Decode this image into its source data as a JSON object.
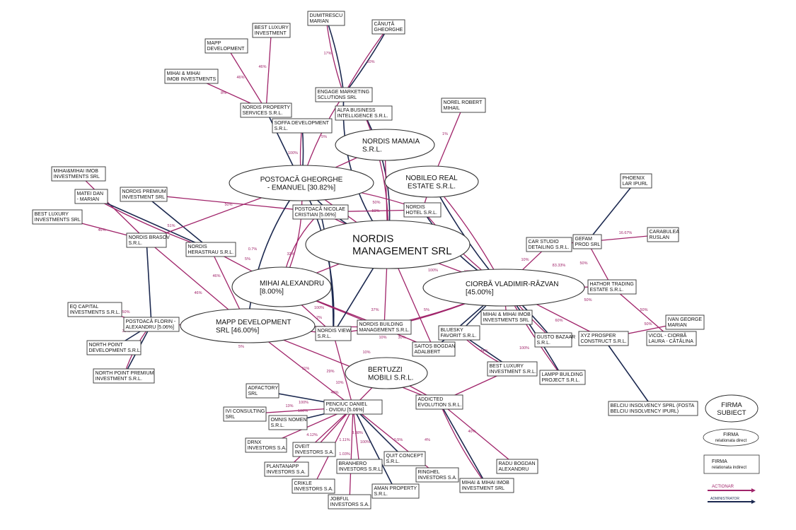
{
  "colors": {
    "actionar": "#a0246a",
    "administrator": "#1c2950",
    "background": "#ffffff",
    "node_border": "#333333"
  },
  "ellipses": [
    {
      "id": "nordis_mgmt",
      "lines": [
        "NORDIS",
        "MANAGEMENT SRL"
      ]
    },
    {
      "id": "postoaca_g",
      "lines": [
        "POSTOACĂ GHEORGHE",
        "- EMANUEL [30.82%]"
      ]
    },
    {
      "id": "nordis_mamaia",
      "lines": [
        "NORDIS MAMAIA",
        "S.R.L."
      ]
    },
    {
      "id": "nobileo",
      "lines": [
        "NOBILEO REAL",
        "ESTATE S.R.L."
      ]
    },
    {
      "id": "ciorba",
      "lines": [
        "CIORBĂ VLADIMIR-RĂZVAN",
        "[45.00%]"
      ]
    },
    {
      "id": "mihai_alex",
      "lines": [
        "MIHAI ALEXANDRU",
        "[8.00%]"
      ]
    },
    {
      "id": "mapp_dev",
      "lines": [
        "MAPP DEVELOPMENT",
        "SRL [46.00%]"
      ]
    },
    {
      "id": "bertuzzi",
      "lines": [
        "BERTUZZI",
        "MOBILI S.R.L."
      ]
    }
  ],
  "boxes": [
    {
      "id": "dumitrescu",
      "lines": [
        "DUMITRESCU",
        "MARIAN"
      ]
    },
    {
      "id": "canuta",
      "lines": [
        "CĂNUȚĂ",
        "GHEORGHE"
      ]
    },
    {
      "id": "best_lux_top",
      "lines": [
        "BEST LUXURY",
        "INVESTMENT"
      ]
    },
    {
      "id": "mapp_dev_box",
      "lines": [
        "MAPP",
        "DEVELOPMENT"
      ]
    },
    {
      "id": "mihai_mihai_top",
      "lines": [
        "MIHAI & MIHAI",
        "IMOB INVESTMENTS"
      ]
    },
    {
      "id": "engage",
      "lines": [
        "ENGAGE MARKETING",
        "SCLUTIONS SRL"
      ]
    },
    {
      "id": "nordis_prop",
      "lines": [
        "NORDIS PROPERTY",
        "SERVICES S.R.L."
      ]
    },
    {
      "id": "alfa",
      "lines": [
        "ALFA BUSINESS",
        "INTELLIGENCE S.R.L."
      ]
    },
    {
      "id": "soffa",
      "lines": [
        "SOFFA DEVELOPMENT",
        "S.R.L."
      ]
    },
    {
      "id": "norel",
      "lines": [
        "NOREL ROBERT",
        "MIHAIL"
      ]
    },
    {
      "id": "mm_imob_left",
      "lines": [
        "MIHAI&MIHAI IMOB",
        "INVESTMENTS SRL"
      ]
    },
    {
      "id": "nordis_premium",
      "lines": [
        "NORDIS PREMIUM",
        "INVESTMENT SRL"
      ]
    },
    {
      "id": "matei",
      "lines": [
        "MATEI DAN",
        "- MARIAN"
      ]
    },
    {
      "id": "best_lux_left",
      "lines": [
        "BEST LUXURY",
        "INVESTMENTS SRL"
      ]
    },
    {
      "id": "postoaca_n",
      "lines": [
        "POSTOACĂ NICOLAE",
        "CRISTIAN [5.06%]"
      ]
    },
    {
      "id": "nordis_hotel",
      "lines": [
        "NORDIS",
        "HOTEL S.R.L."
      ]
    },
    {
      "id": "phoenix",
      "lines": [
        "PHOENIX",
        "LAR IPURL"
      ]
    },
    {
      "id": "nordis_brasov",
      "lines": [
        "NORDIS BRASOV",
        "S.R.L."
      ]
    },
    {
      "id": "nordis_herastrau",
      "lines": [
        "NORDIS",
        "HERASTRAU S.R.L."
      ]
    },
    {
      "id": "car_studio",
      "lines": [
        "CAR STUDIO",
        "DETAILING S.R.L."
      ]
    },
    {
      "id": "gefam",
      "lines": [
        "GEFAM",
        "PROD SRL"
      ]
    },
    {
      "id": "carabulea",
      "lines": [
        "CARABULEA",
        "RUSLAN"
      ]
    },
    {
      "id": "hathor",
      "lines": [
        "HATHOR TRADING",
        "ESTATE S.R.L."
      ]
    },
    {
      "id": "eq_capital",
      "lines": [
        "EQ CAPITAL",
        "INVESTMENTS S.R.L."
      ]
    },
    {
      "id": "postoaca_f",
      "lines": [
        "POSTOACĂ FLORIN -",
        "ALEXANDRU [5.06%]"
      ]
    },
    {
      "id": "mm_imob_mid",
      "lines": [
        "MIHAI & MIHAI IMOB",
        "INVESTMENTS SRL"
      ]
    },
    {
      "id": "ivan",
      "lines": [
        "IVAN GEORGE",
        "MARIAN"
      ]
    },
    {
      "id": "nordis_view",
      "lines": [
        "NORDIS VIEW",
        "S.R.L."
      ]
    },
    {
      "id": "nordis_building",
      "lines": [
        "NORDIS BUILDING",
        "MANAGEMENT S.R.L."
      ]
    },
    {
      "id": "bluesky",
      "lines": [
        "BLUESKY",
        "FAVORIT S.R.L."
      ]
    },
    {
      "id": "gusto",
      "lines": [
        "GUSTO BAZAAR",
        "S.R.L."
      ]
    },
    {
      "id": "xyz",
      "lines": [
        "XYZ PROSPER",
        "CONSTRUCT S.R.L."
      ]
    },
    {
      "id": "vicol",
      "lines": [
        "VICOL - CIORBĂ",
        "LAURA - CĂTĂLINA"
      ]
    },
    {
      "id": "north_point_dev",
      "lines": [
        "NORTH POINT",
        "DEVELOPMENT S.R.L."
      ]
    },
    {
      "id": "saitos",
      "lines": [
        "SAITOȘ BOGDAN",
        "ADALBERT"
      ]
    },
    {
      "id": "best_lux_mid",
      "lines": [
        "BEST LUXURY",
        "INVESTMENT S.R.L."
      ]
    },
    {
      "id": "lampp",
      "lines": [
        "LAMPP BUILDING",
        "PROJECT S.R.L."
      ]
    },
    {
      "id": "north_point_prem",
      "lines": [
        "NORTH POINT PREMIUM",
        "INVESTMENT S.R.L."
      ]
    },
    {
      "id": "adfactory",
      "lines": [
        "ADFACTORY",
        "SRL"
      ]
    },
    {
      "id": "penciuc",
      "lines": [
        "PENCIUC DANIEL",
        "- OVIDIU [5.06%]"
      ]
    },
    {
      "id": "addicted",
      "lines": [
        "ADDICTED",
        "EVOLUTION S.R.L."
      ]
    },
    {
      "id": "belciu",
      "lines": [
        "BELCIU INSOLVENCY SPRL (FOSTA",
        "BELCIU INSOLVENCY IPURL)"
      ]
    },
    {
      "id": "iv_consulting",
      "lines": [
        "IVI CONSULTING",
        "SRL"
      ]
    },
    {
      "id": "omnis",
      "lines": [
        "OMNIS NOMEN",
        "S.R.L."
      ]
    },
    {
      "id": "drnx",
      "lines": [
        "DRNX",
        "INVESTORS S.A."
      ]
    },
    {
      "id": "oveit",
      "lines": [
        "OVEIT",
        "INVESTORS S.A."
      ]
    },
    {
      "id": "quit",
      "lines": [
        "QUIT CONCEPT",
        "S.R.L."
      ]
    },
    {
      "id": "plantanapp",
      "lines": [
        "PLANTANAPP",
        "INVESTORS S.A."
      ]
    },
    {
      "id": "branhero",
      "lines": [
        "BRANHERO",
        "INVESTORS S.R.L."
      ]
    },
    {
      "id": "ringhel",
      "lines": [
        "RINGHEL",
        "INVESTORS S.A."
      ]
    },
    {
      "id": "radu",
      "lines": [
        "RADU BOGDAN",
        "ALEXANDRU"
      ]
    },
    {
      "id": "crikle",
      "lines": [
        "CRIKLE",
        "INVESTORS S.A."
      ]
    },
    {
      "id": "aman",
      "lines": [
        "AMAN PROPERTY",
        "S.R.L."
      ]
    },
    {
      "id": "mm_imob_bottom",
      "lines": [
        "MIHAI & MIHAI IMOB",
        "INVESTMENT SRL"
      ]
    },
    {
      "id": "jobful",
      "lines": [
        "JOBFUL",
        "INVESTORS S.A."
      ]
    }
  ],
  "edge_labels": [
    "17%",
    "50%",
    "46%",
    "46%",
    "8%",
    "5%",
    "100%",
    "1%",
    "51%",
    "50%",
    "46%",
    "16.67%",
    "83.33%",
    "10%",
    "50%",
    "50%",
    "50%",
    "50%",
    "50%",
    "33%",
    "32%",
    "1%",
    "0.7%",
    "5%",
    "2%",
    "46%",
    "46%",
    "46%",
    "100%",
    "37%",
    "2%",
    "10%",
    "30%",
    "60%",
    "100%",
    "44%",
    "10%",
    "5%",
    "38%",
    "100%",
    "50%",
    "50%",
    "5%",
    "11%",
    "29%",
    "10%",
    "40%",
    "13%",
    "4.12%",
    "3.38%",
    "1.11%",
    "1.03%",
    "100%",
    "0.5%",
    "4%",
    "40%",
    "100%",
    "100%",
    "5%",
    "2%"
  ],
  "legend": {
    "subject_lines": [
      "FIRMA",
      "SUBIECT"
    ],
    "direct_lines": [
      "FIRMA",
      "relationata direct"
    ],
    "indirect_lines": [
      "FIRMA",
      "relationata indirect"
    ],
    "actionar_label": "ACTIONAR",
    "administrator_label": "ADMINISTRATOR"
  }
}
